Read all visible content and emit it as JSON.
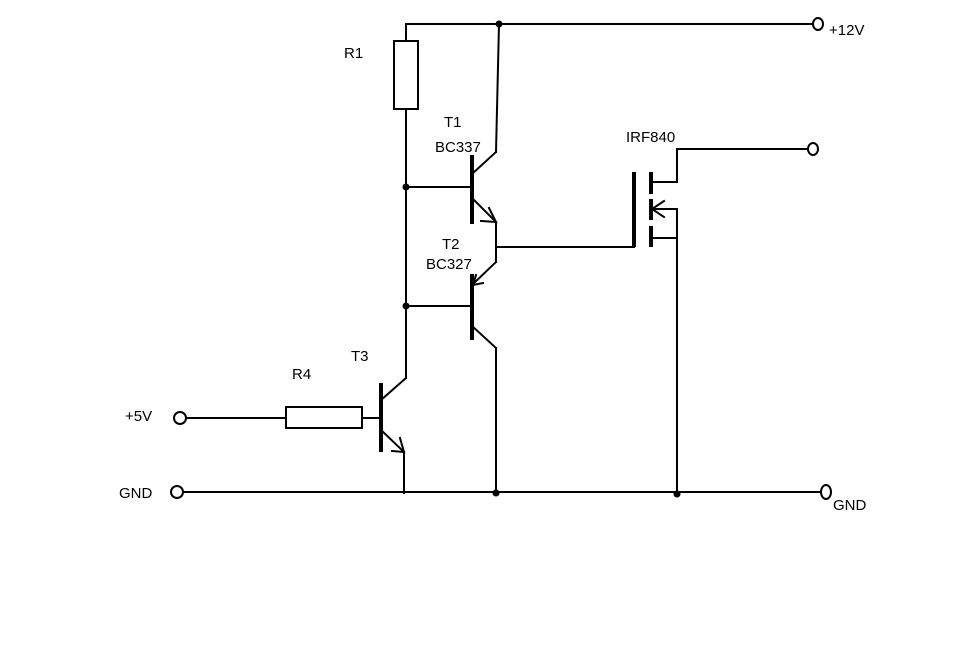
{
  "labels": {
    "r1": "R1",
    "r4": "R4",
    "t1_name": "T1",
    "t1_part": "BC337",
    "t2_name": "T2",
    "t2_part": "BC327",
    "t3_name": "T3",
    "mosfet_part": "IRF840",
    "supply": "+12V",
    "input": "+5V",
    "gnd_left": "GND",
    "gnd_right": "GND"
  }
}
